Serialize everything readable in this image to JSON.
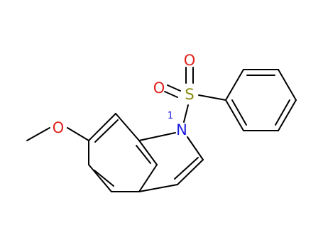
{
  "molecule": {
    "atoms": {
      "oxygen_methoxy": "O",
      "nitrogen": "N",
      "nitrogen_locant": "1",
      "sulfur": "S",
      "oxygen_top": "O",
      "oxygen_left": "O"
    }
  },
  "colors": {
    "bond": "#000000",
    "oxygen": "#e0201c",
    "nitrogen": "#1c1ce0",
    "sulfur": "#8a8a10",
    "background": "#ffffff"
  }
}
